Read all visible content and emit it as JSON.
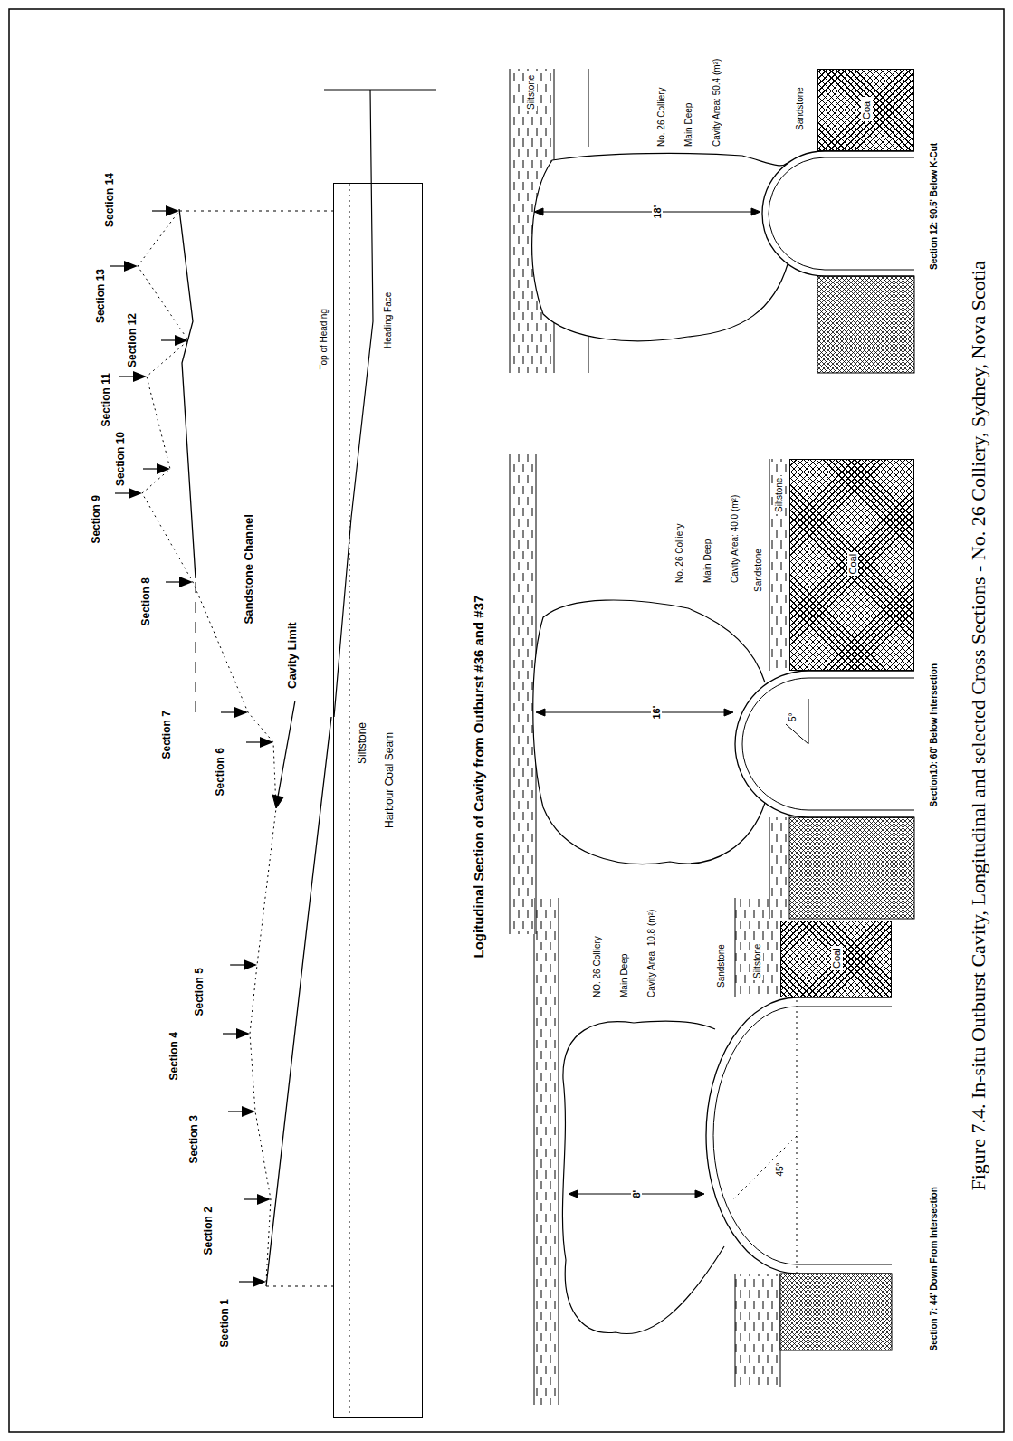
{
  "diagram": {
    "caption": "Figure 7.4. In-situ Outburst Cavity, Longitudinal and selected Cross Sections - No. 26 Colliery, Sydney, Nova Scotia",
    "nodes": [
      {
        "text": [
          "Siltstone",
          "Harbour Coal Seam",
          "Top of Heading",
          "Heading Face"
        ]
      },
      {
        "text": [
          "Coal"
        ]
      },
      {
        "text": [
          "Coal"
        ]
      },
      {
        "text": [
          "Coal"
        ]
      }
    ],
    "labels": [
      "Section 1",
      "Section 2",
      "Section 3",
      "Section 4",
      "Section 5",
      "Section 6",
      "Section 7",
      "Section 8",
      "Section 9",
      "Section 10",
      "Section 11",
      "Section 12",
      "Section 13",
      "Section 14",
      "Sandstone Channel",
      "Cavity Limit",
      "Logitudinal Section of Cavity from Outburst #36 and #37",
      "8'",
      "45°",
      "Sandstone",
      "Siltstone",
      "NO. 26 Colliery",
      "Main Deep",
      "Cavity Area: 10.8 (m²)",
      "Section 7: 44' Down From Intersection",
      "16'",
      "5°",
      "No. 26 Colliery",
      "Main Deep",
      "Cavity Area: 40.0 (m²)",
      "Sandstone",
      "Siltstone",
      "Section10: 60' Below Intersection",
      "18'",
      "Siltstone",
      "No. 26 Colliery",
      "Main Deep",
      "Cavity Area: 50.4 (m²)",
      "Sandstone",
      "Section 12: 90.5' Below K-Cut"
    ]
  }
}
